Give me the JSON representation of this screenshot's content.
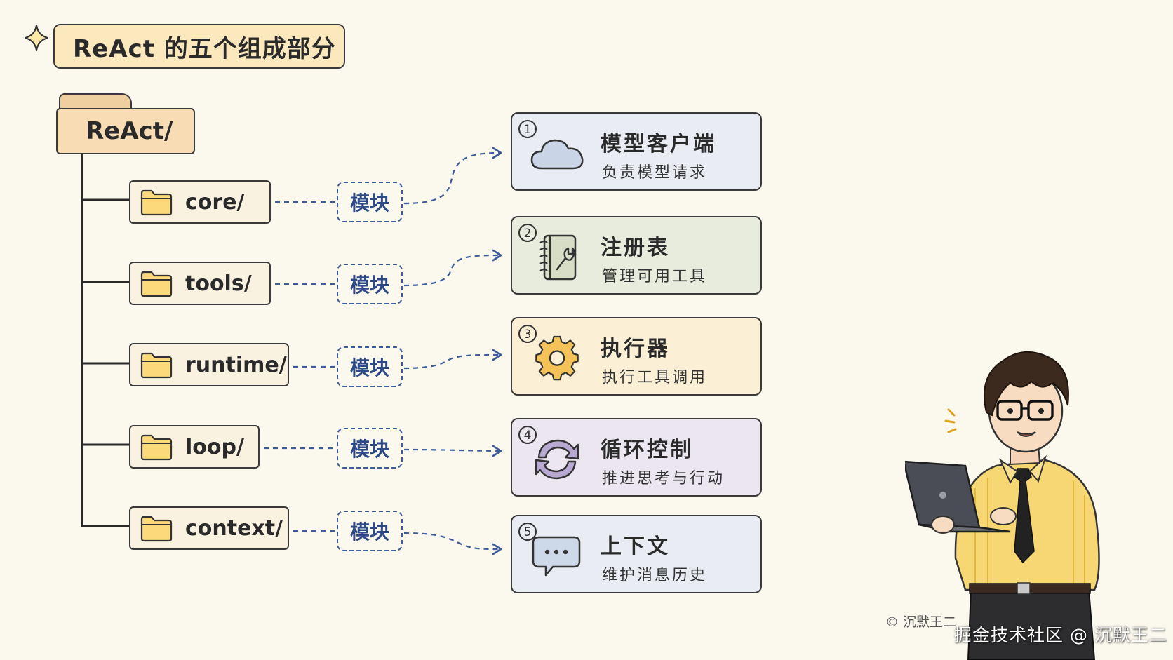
{
  "title": "ReAct 的五个组成部分",
  "root_folder": "ReAct/",
  "folders": [
    {
      "name": "core/",
      "tag": "模块"
    },
    {
      "name": "tools/",
      "tag": "模块"
    },
    {
      "name": "runtime/",
      "tag": "模块"
    },
    {
      "name": "loop/",
      "tag": "模块"
    },
    {
      "name": "context/",
      "tag": "模块"
    }
  ],
  "components": [
    {
      "number": "1",
      "title": "模型客户端",
      "description": "负责模型请求",
      "icon": "cloud-icon",
      "bg": "#e9edf3"
    },
    {
      "number": "2",
      "title": "注册表",
      "description": "管理可用工具",
      "icon": "tool-notebook-icon",
      "bg": "#e8ecdc"
    },
    {
      "number": "3",
      "title": "执行器",
      "description": "执行工具调用",
      "icon": "gear-icon",
      "bg": "#fbefd6"
    },
    {
      "number": "4",
      "title": "循环控制",
      "description": "推进思考与行动",
      "icon": "cycle-arrows-icon",
      "bg": "#ebe6f0"
    },
    {
      "number": "5",
      "title": "上下文",
      "description": "维护消息历史",
      "icon": "chat-bubble-icon",
      "bg": "#e9edf3"
    }
  ],
  "colors": {
    "accent_blue": "#3b5b9a",
    "folder_yellow": "#fcd97b",
    "outline": "#3a3a3a"
  },
  "copyright": "© 沉默王二",
  "watermark": "掘金技术社区 @ 沉默王二"
}
